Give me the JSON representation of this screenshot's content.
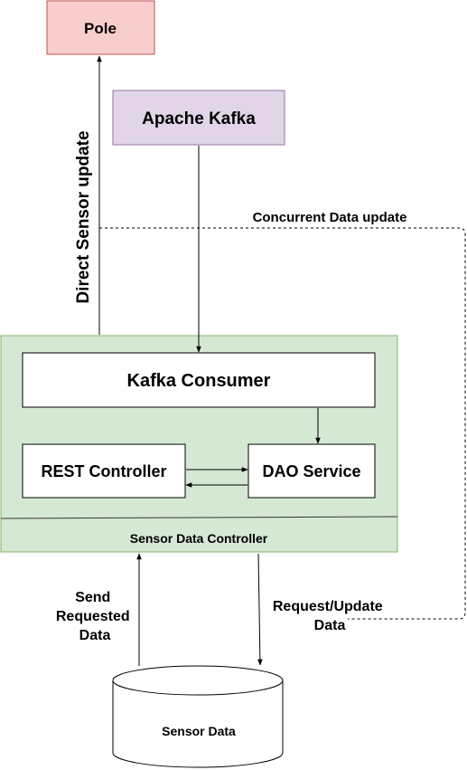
{
  "nodes": {
    "pole": {
      "label": "Pole"
    },
    "apache_kafka": {
      "label": "Apache Kafka"
    },
    "sensor_data_controller": {
      "label": "Sensor Data Controller",
      "kafka_consumer": {
        "label": "Kafka Consumer"
      },
      "rest_controller": {
        "label": "REST Controller"
      },
      "dao_service": {
        "label": "DAO Service"
      }
    },
    "sensor_data": {
      "label": "Sensor Data"
    }
  },
  "edges": {
    "direct_sensor_update": {
      "label": "Direct Sensor update"
    },
    "concurrent_data_update": {
      "label": "Concurrent Data update"
    },
    "send_requested_data": {
      "lines": [
        "Send",
        "Requested",
        "Data"
      ]
    },
    "request_update_data": {
      "lines": [
        "Request/Update",
        "Data"
      ]
    }
  },
  "colors": {
    "pole_fill": "#f8cecc",
    "pole_stroke": "#b85450",
    "kafka_fill": "#e1d5e7",
    "kafka_stroke": "#9673a6",
    "controller_fill": "#d5e8d4",
    "controller_stroke": "#82b366",
    "line": "#000000"
  }
}
